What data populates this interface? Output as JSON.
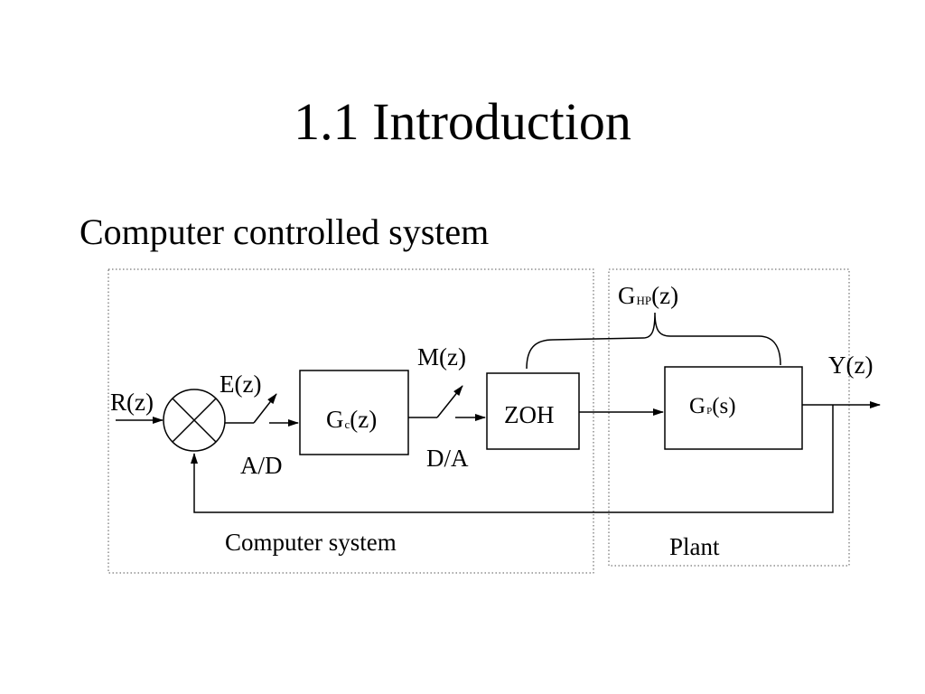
{
  "slide": {
    "title": "1.1 Introduction",
    "subtitle": "Computer controlled system"
  },
  "diagram": {
    "input_label": "R(z)",
    "error_label": "E(z)",
    "ad_label": "A/D",
    "controller": {
      "base": "G",
      "sub": "c",
      "arg": "(z)"
    },
    "m_label": "M(z)",
    "da_label": "D/A",
    "zoh_label": "ZOH",
    "ghp": {
      "base": "G",
      "sub": "HP",
      "arg": "(z)"
    },
    "plant_tf": {
      "base": "G",
      "sub": "P",
      "arg": "(s)"
    },
    "output_label": "Y(z)",
    "computer_group_label": "Computer system",
    "plant_group_label": "Plant"
  }
}
